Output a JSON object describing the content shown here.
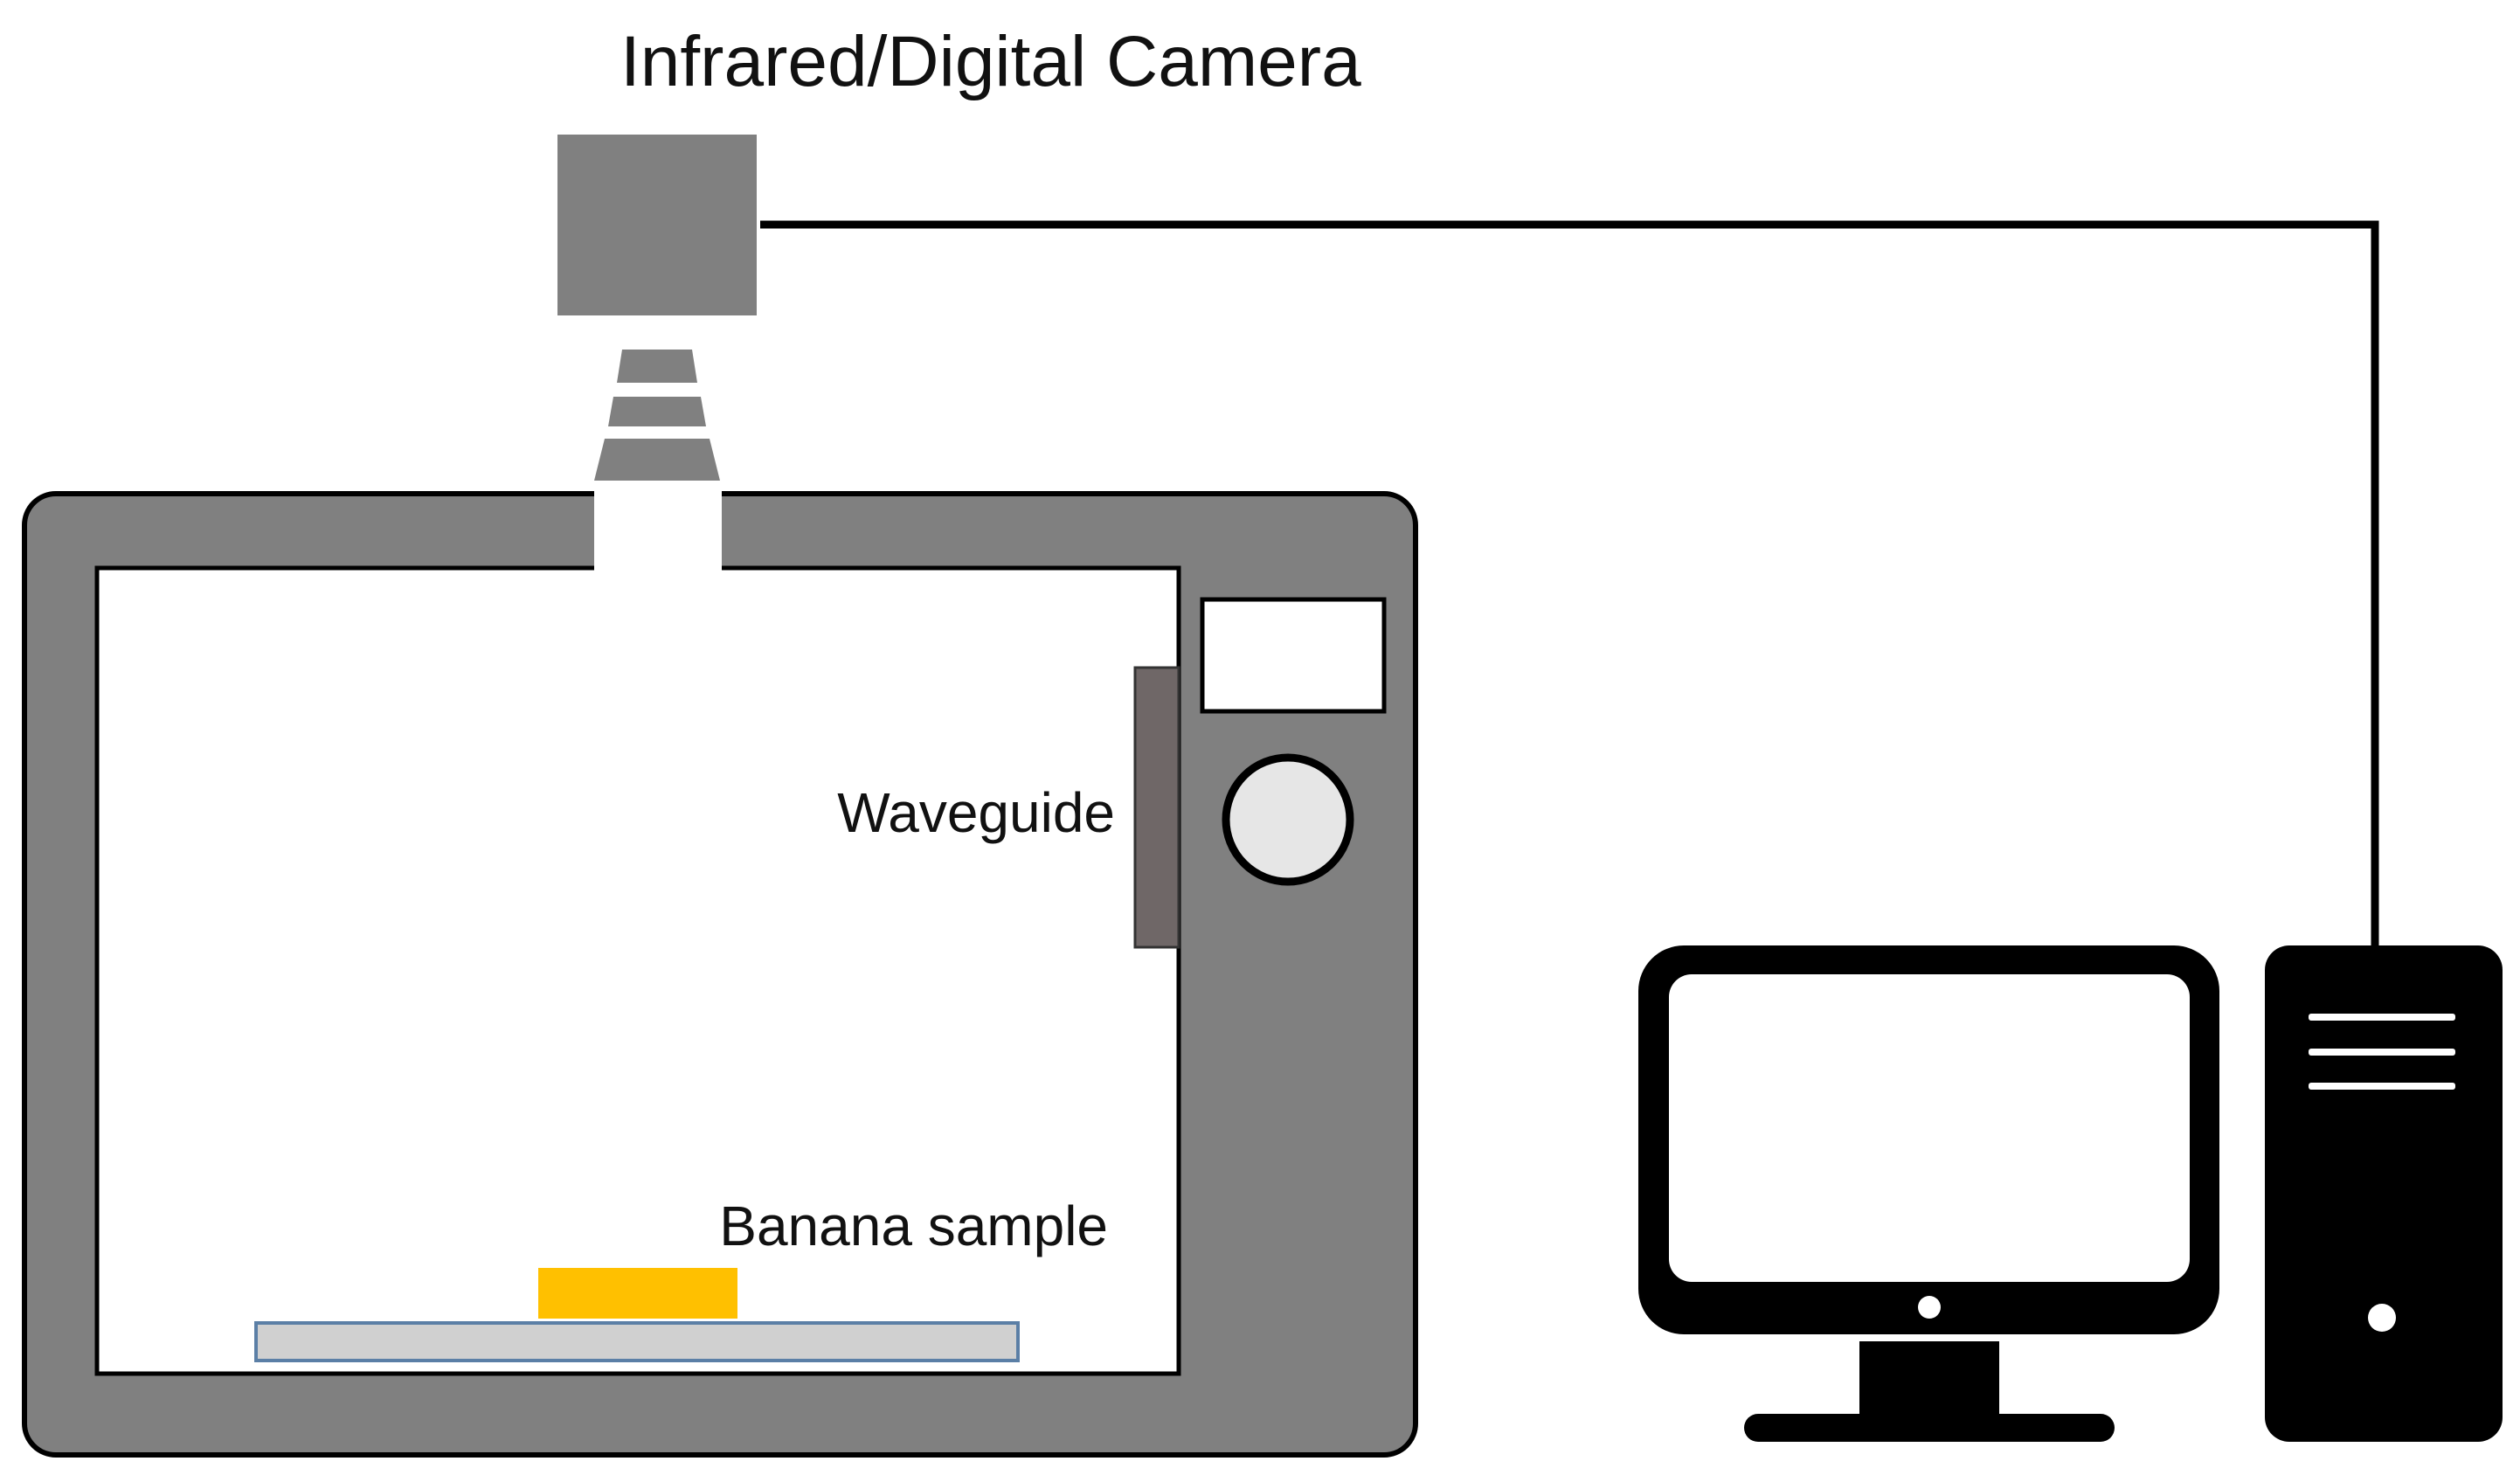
{
  "labels": {
    "camera": "Infrared/Digital Camera",
    "waveguide": "Waveguide",
    "sample": "Banana sample"
  },
  "colors": {
    "equipment_gray": "#808080",
    "waveguide_gray": "#6f6767",
    "sample_yellow": "#FFC000",
    "tray_gray": "#D0D0D0",
    "tray_border": "#5B7FA6",
    "computer_black": "#000000",
    "line_black": "#000000",
    "background": "#ffffff"
  },
  "icons": {
    "camera": "camera-icon",
    "lens": "lens-icon",
    "microwave_oven": "microwave-oven-icon",
    "control_knob": "knob-icon",
    "monitor": "monitor-icon",
    "computer_tower": "computer-tower-icon"
  }
}
